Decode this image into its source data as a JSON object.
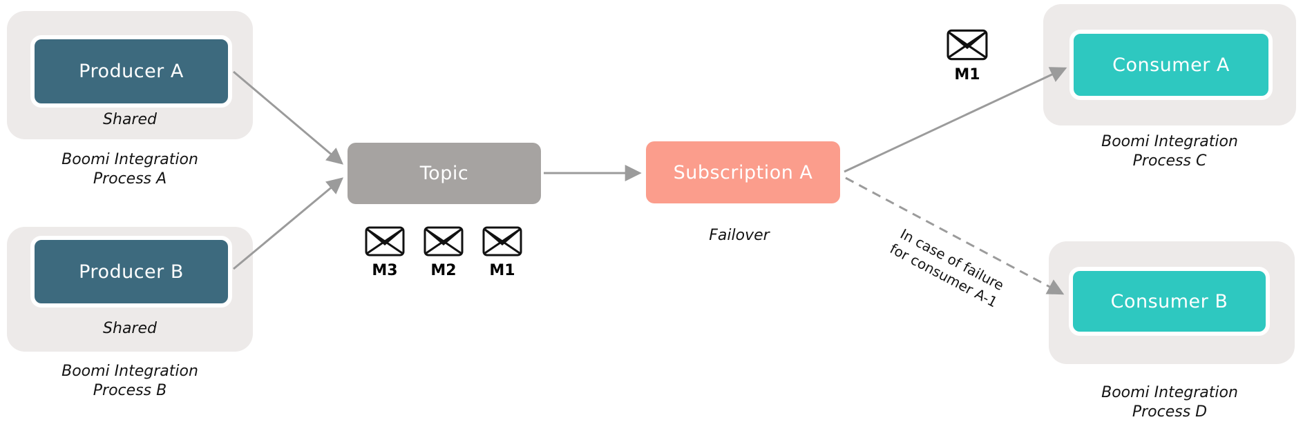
{
  "diagram": {
    "title_implicit": "Topic / Subscription failover flow",
    "producers": {
      "a": {
        "label": "Producer A",
        "shared_caption": "Shared",
        "process_line1": "Boomi Integration",
        "process_line2": "Process A"
      },
      "b": {
        "label": "Producer B",
        "shared_caption": "Shared",
        "process_line1": "Boomi Integration",
        "process_line2": "Process B"
      }
    },
    "topic": {
      "label": "Topic",
      "messages": [
        {
          "label": "M3"
        },
        {
          "label": "M2"
        },
        {
          "label": "M1"
        }
      ]
    },
    "subscription": {
      "label": "Subscription A",
      "caption": "Failover"
    },
    "consumers": {
      "a": {
        "label": "Consumer A",
        "inflight_message_label": "M1",
        "process_line1": "Boomi Integration",
        "process_line2": "Process C"
      },
      "b": {
        "label": "Consumer B",
        "process_line1": "Boomi Integration",
        "process_line2": "Process D"
      }
    },
    "failover_note_line1": "In case of failure",
    "failover_note_line2": "for consumer A-1",
    "colors": {
      "producer_fill": "#3d6a7e",
      "consumer_fill": "#2ec8c0",
      "topic_fill": "#a6a3a1",
      "subscription_fill": "#fb9d8c",
      "group_fill": "#edeae9",
      "arrow": "#9b9b9b",
      "text": "#141414",
      "node_text": "#ffffff"
    }
  }
}
